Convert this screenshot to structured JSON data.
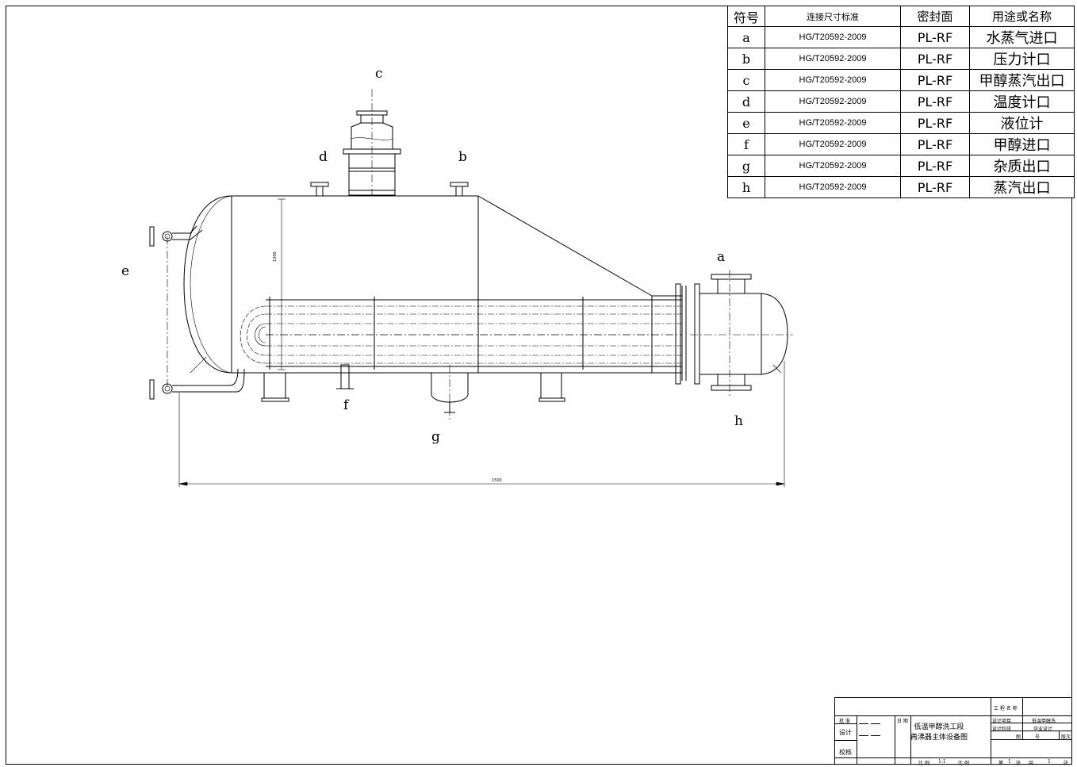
{
  "nozzle_table": {
    "headers": {
      "symbol": "符号",
      "standard": "连接尺寸标准",
      "seal": "密封面",
      "purpose": "用途或名称"
    },
    "rows": [
      {
        "symbol": "a",
        "standard": "HG/T20592-2009",
        "seal": "PL-RF",
        "purpose": "水蒸气进口"
      },
      {
        "symbol": "b",
        "standard": "HG/T20592-2009",
        "seal": "PL-RF",
        "purpose": "压力计口"
      },
      {
        "symbol": "c",
        "standard": "HG/T20592-2009",
        "seal": "PL-RF",
        "purpose": "甲醇蒸汽出口"
      },
      {
        "symbol": "d",
        "standard": "HG/T20592-2009",
        "seal": "PL-RF",
        "purpose": "温度计口"
      },
      {
        "symbol": "e",
        "standard": "HG/T20592-2009",
        "seal": "PL-RF",
        "purpose": "液位计"
      },
      {
        "symbol": "f",
        "standard": "HG/T20592-2009",
        "seal": "PL-RF",
        "purpose": "甲醇进口"
      },
      {
        "symbol": "g",
        "standard": "HG/T20592-2009",
        "seal": "PL-RF",
        "purpose": "杂质出口"
      },
      {
        "symbol": "h",
        "standard": "HG/T20592-2009",
        "seal": "PL-RF",
        "purpose": "蒸汽出口"
      }
    ]
  },
  "drawing_labels": {
    "a": "a",
    "b": "b",
    "c": "c",
    "d": "d",
    "e": "e",
    "f": "f",
    "g": "g",
    "h": "h",
    "dim_overall": "1500",
    "dim_height": "1300"
  },
  "title_block": {
    "project_name_label": "工 程 名 称",
    "design_project_label": "设计项目",
    "design_project_value": "低温甲醇洗",
    "design_stage_label": "设计阶段",
    "design_stage_value": "毕业设计",
    "drawing_title_line1": "低温甲醇洗工段",
    "drawing_title_line2": "再沸器主体设备图",
    "drawing_no_label": "图",
    "drawing_no_label2": "号",
    "version_label": "版次",
    "approve_label": "批 准",
    "design_label": "设计",
    "check_label": "校核",
    "date_label": "日 期",
    "scale_label": "比 例",
    "scale_value": "1:1",
    "grade_label": "比 例",
    "page_label": "第",
    "page_unit": "张",
    "total_label": "共",
    "total_unit": "张",
    "page_no": "1",
    "total_no": "1"
  }
}
